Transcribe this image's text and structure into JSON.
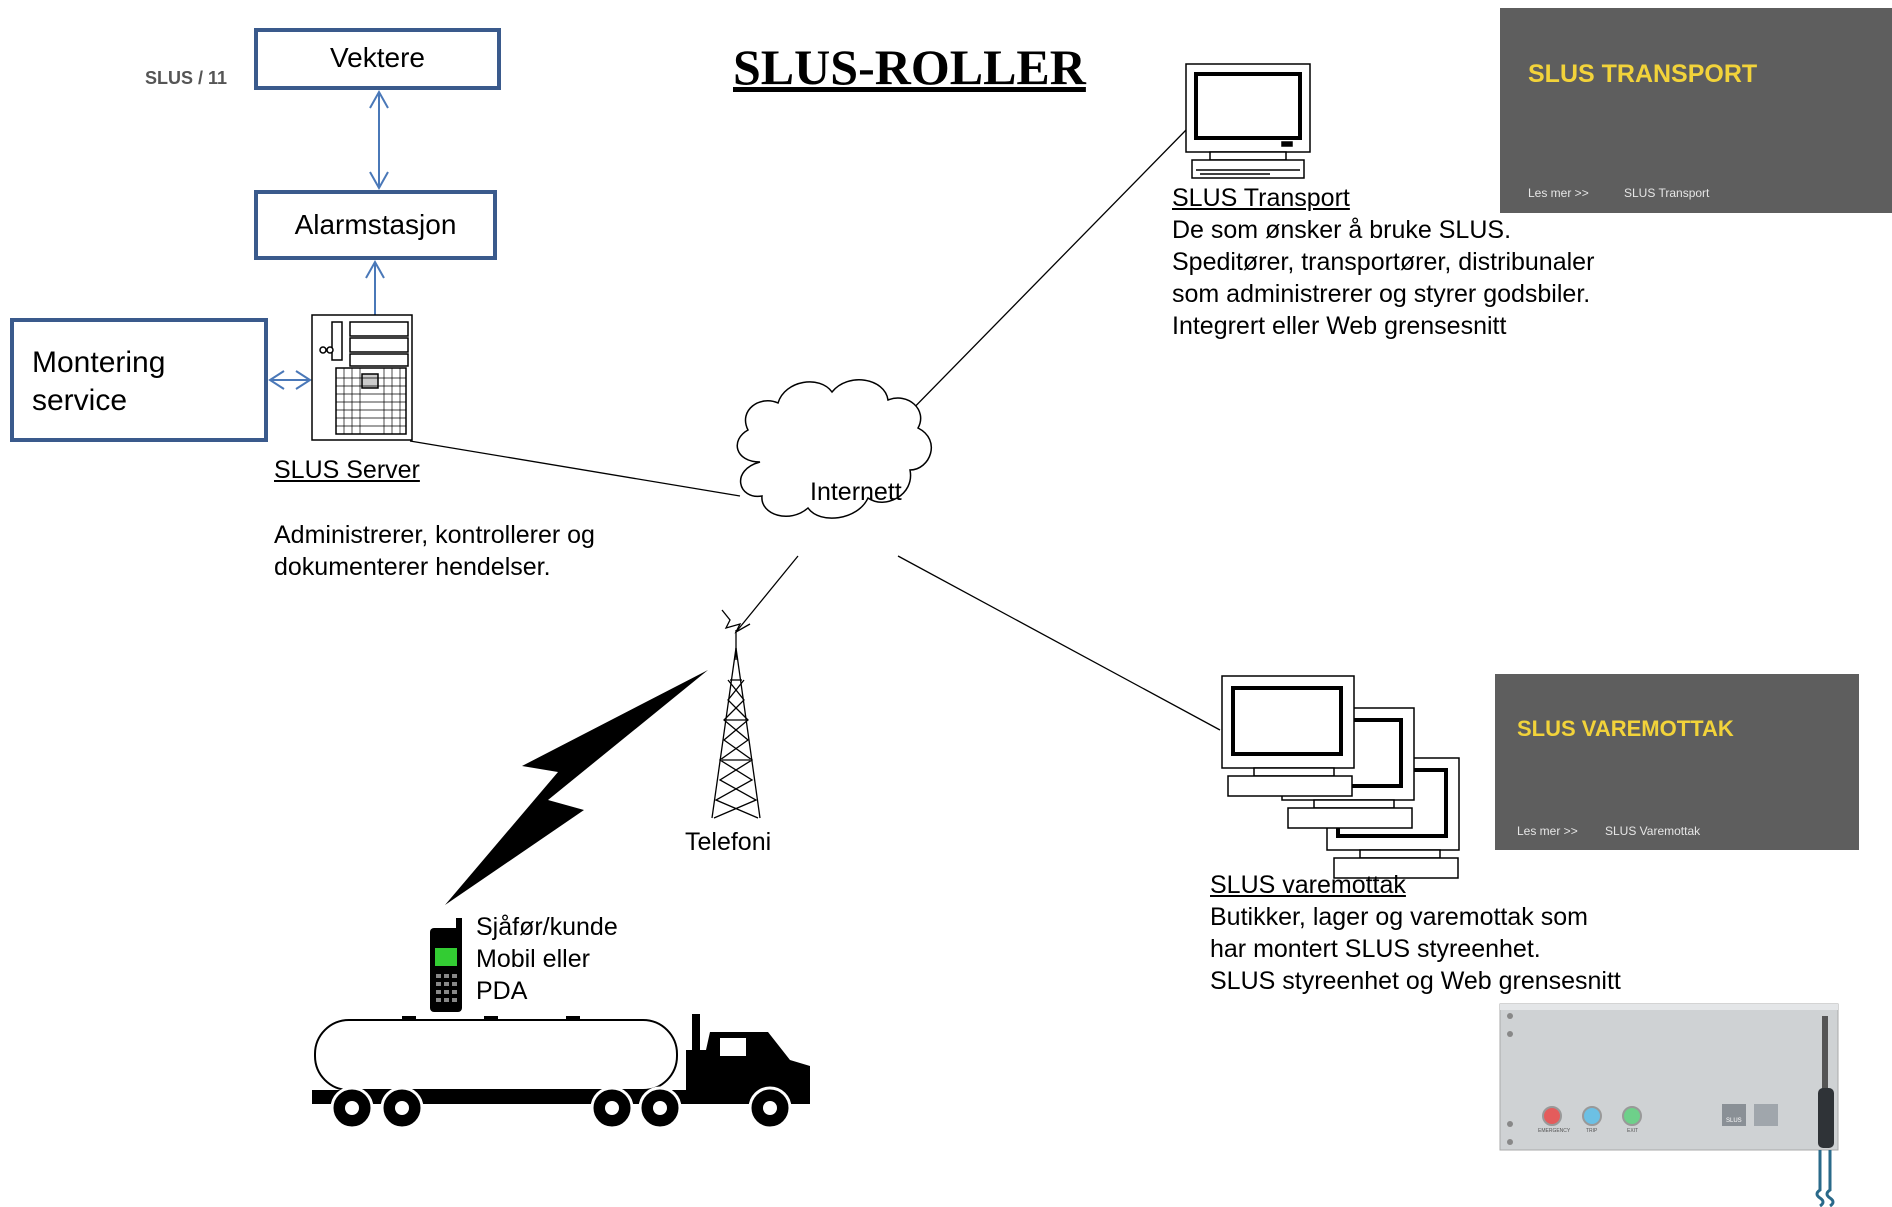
{
  "page_label": "SLUS / 11",
  "title": "SLUS-ROLLER",
  "boxes": {
    "vektere": "Vektere",
    "alarmstasjon": "Alarmstasjon",
    "montering_line1": "Montering",
    "montering_line2": "service"
  },
  "server": {
    "label": "SLUS  Server",
    "desc_line1": "Administrerer, kontrollerer  og",
    "desc_line2": "dokumenterer  hendelser."
  },
  "cloud_label": "Internett",
  "tower_label": "Telefoni",
  "driver": {
    "line1": "Sjåfør/kunde",
    "line2": "Mobil eller",
    "line3": "PDA"
  },
  "transport": {
    "label": "SLUS Transport",
    "desc_line1": "De som ønsker  å bruke SLUS.",
    "desc_line2": "Speditører, transportører, distribunaler",
    "desc_line3": "som administrerer og styrer godsbiler.",
    "desc_line4": "Integrert eller Web grensesnitt",
    "panel_title": "SLUS TRANSPORT",
    "panel_link1": "Les mer >>",
    "panel_link2": "SLUS Transport"
  },
  "varemottak": {
    "label": "SLUS  varemottak",
    "desc_line1": "Butikker, lager og varemottak  som",
    "desc_line2": "har montert SLUS styreenhet.",
    "desc_line3": "SLUS styreenhet og Web grensesnitt",
    "panel_title": "SLUS VAREMOTTAK",
    "panel_link1": "Les mer >>",
    "panel_link2": "SLUS Varemottak"
  },
  "device": {
    "btn1": "EMERGENCY",
    "btn2": "TRIP",
    "btn3": "EXIT",
    "logo": "SLUS"
  },
  "colors": {
    "box_border": "#3a5a8c",
    "arrow": "#4a78b8",
    "panel_bg": "#5e5e5e",
    "panel_title": "#f2d33a"
  }
}
